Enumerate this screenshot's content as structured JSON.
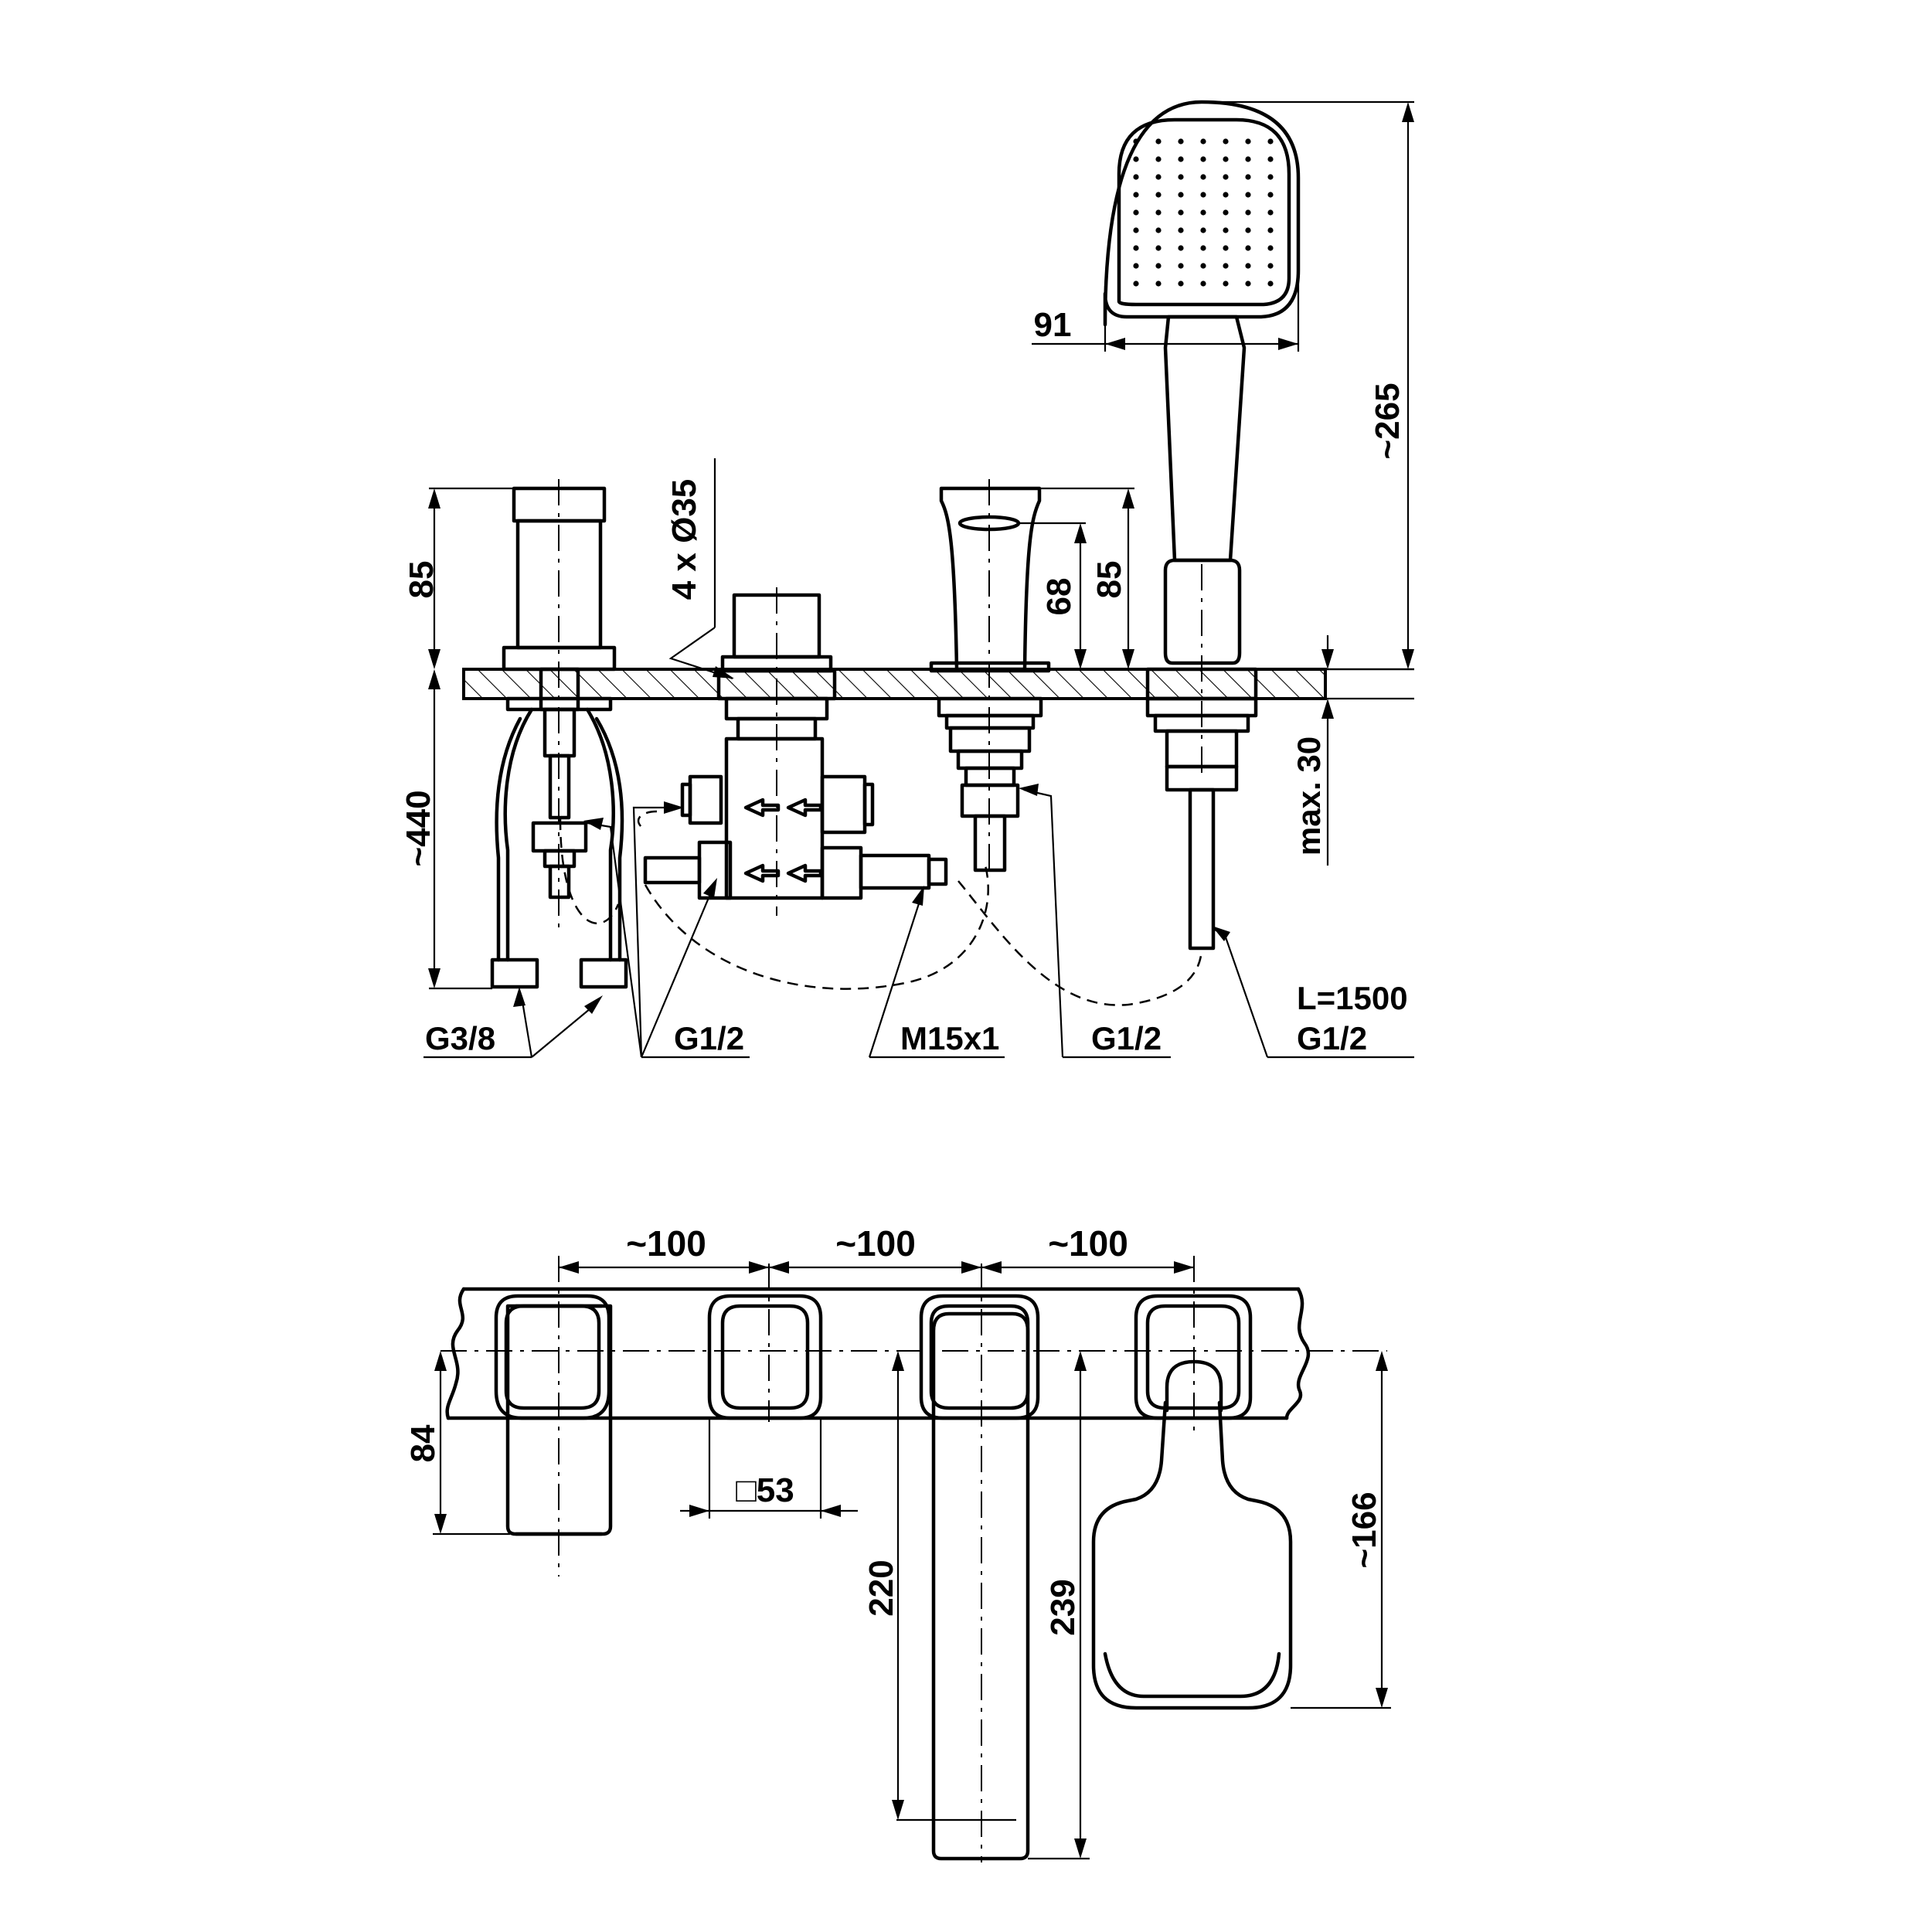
{
  "labels": {
    "d_85_left": "85",
    "d_440": "~440",
    "d_4x35": "4 x Ø35",
    "d_68": "68",
    "d_85_right": "85",
    "d_265": "~265",
    "d_91": "91",
    "d_max30": "max. 30",
    "c_g38": "G3/8",
    "c_g12_a": "G1/2",
    "c_m15": "M15x1",
    "c_g12_b": "G1/2",
    "c_l1500": "L=1500",
    "c_g12_c": "G1/2",
    "d_100_a": "~100",
    "d_100_b": "~100",
    "d_100_c": "~100",
    "d_84": "84",
    "d_53": "□53",
    "d_220": "220",
    "d_239": "239",
    "d_166": "~166"
  }
}
